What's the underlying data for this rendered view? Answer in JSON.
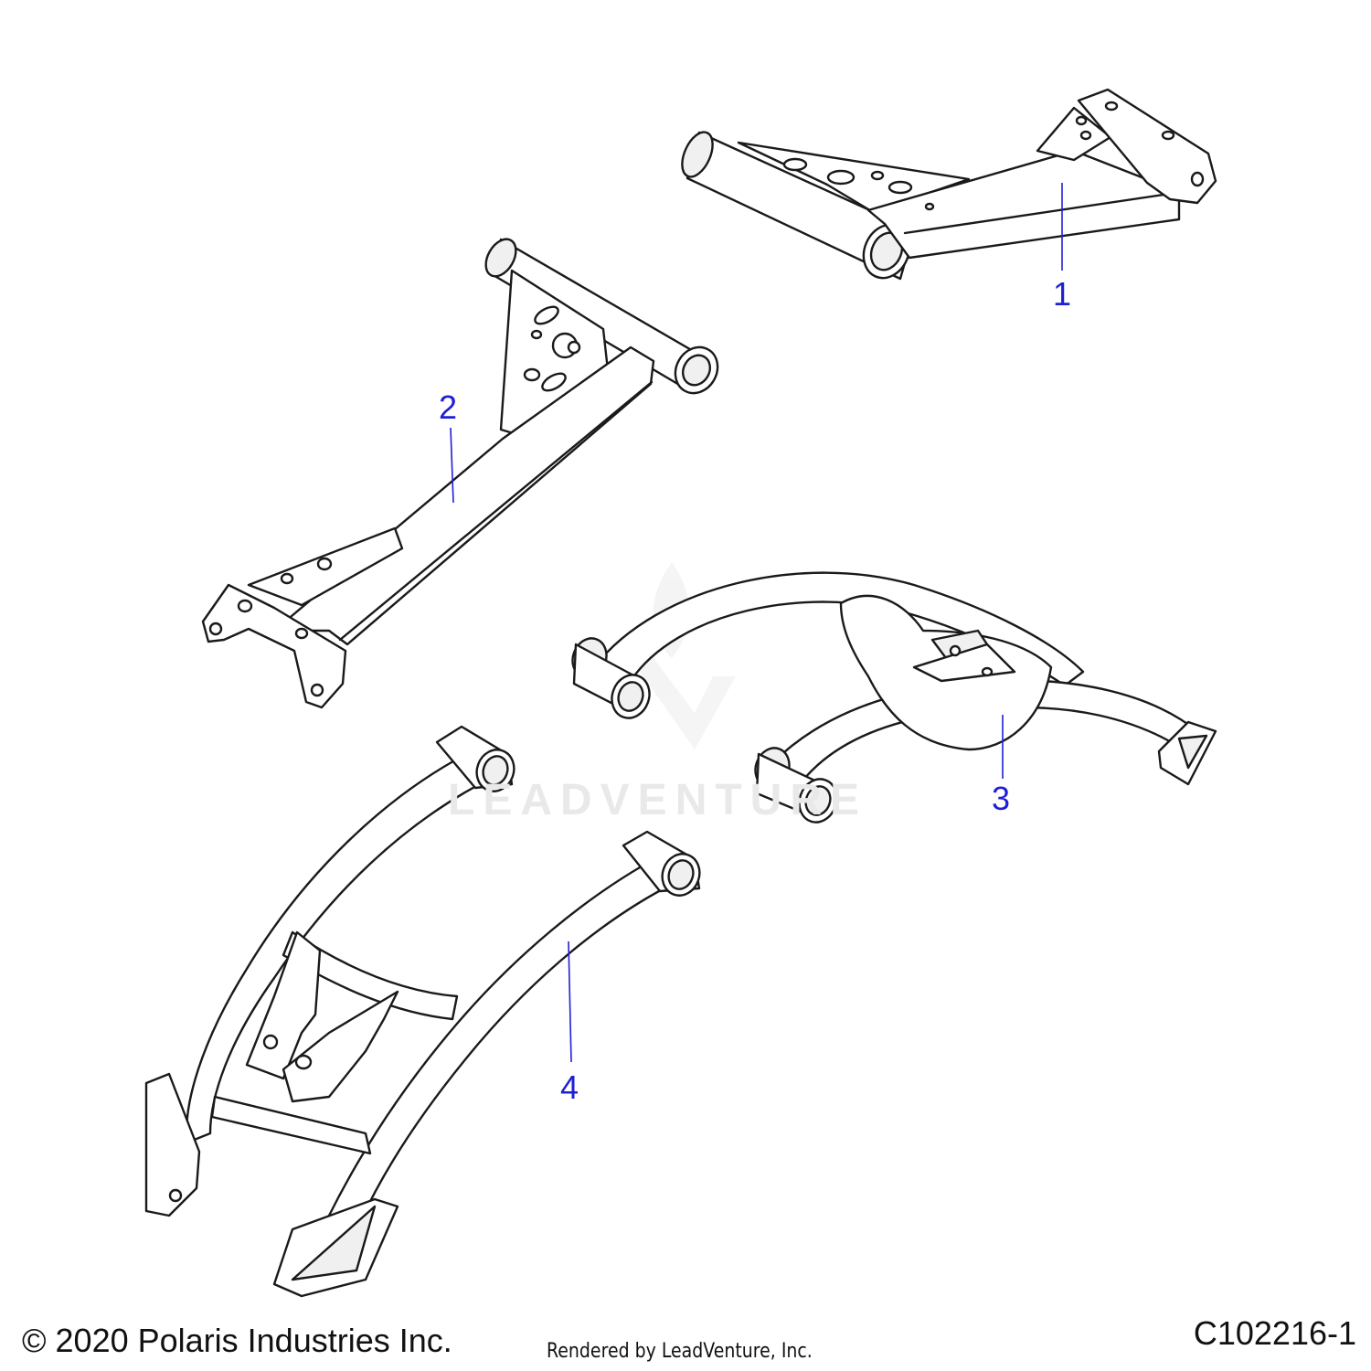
{
  "diagram": {
    "callouts": [
      {
        "id": "1",
        "label": "1"
      },
      {
        "id": "2",
        "label": "2"
      },
      {
        "id": "3",
        "label": "3"
      },
      {
        "id": "4",
        "label": "4"
      }
    ],
    "watermark": {
      "text": "LEADVENTURE"
    },
    "footer": {
      "copyright": "© 2020 Polaris Industries Inc.",
      "rendered_by": "Rendered by LeadVenture, Inc.",
      "diagram_code": "C102216-1"
    },
    "colors": {
      "callout": "#1f1fd6",
      "line": "#1a1a1a",
      "watermark": "#e9e9e9"
    }
  }
}
